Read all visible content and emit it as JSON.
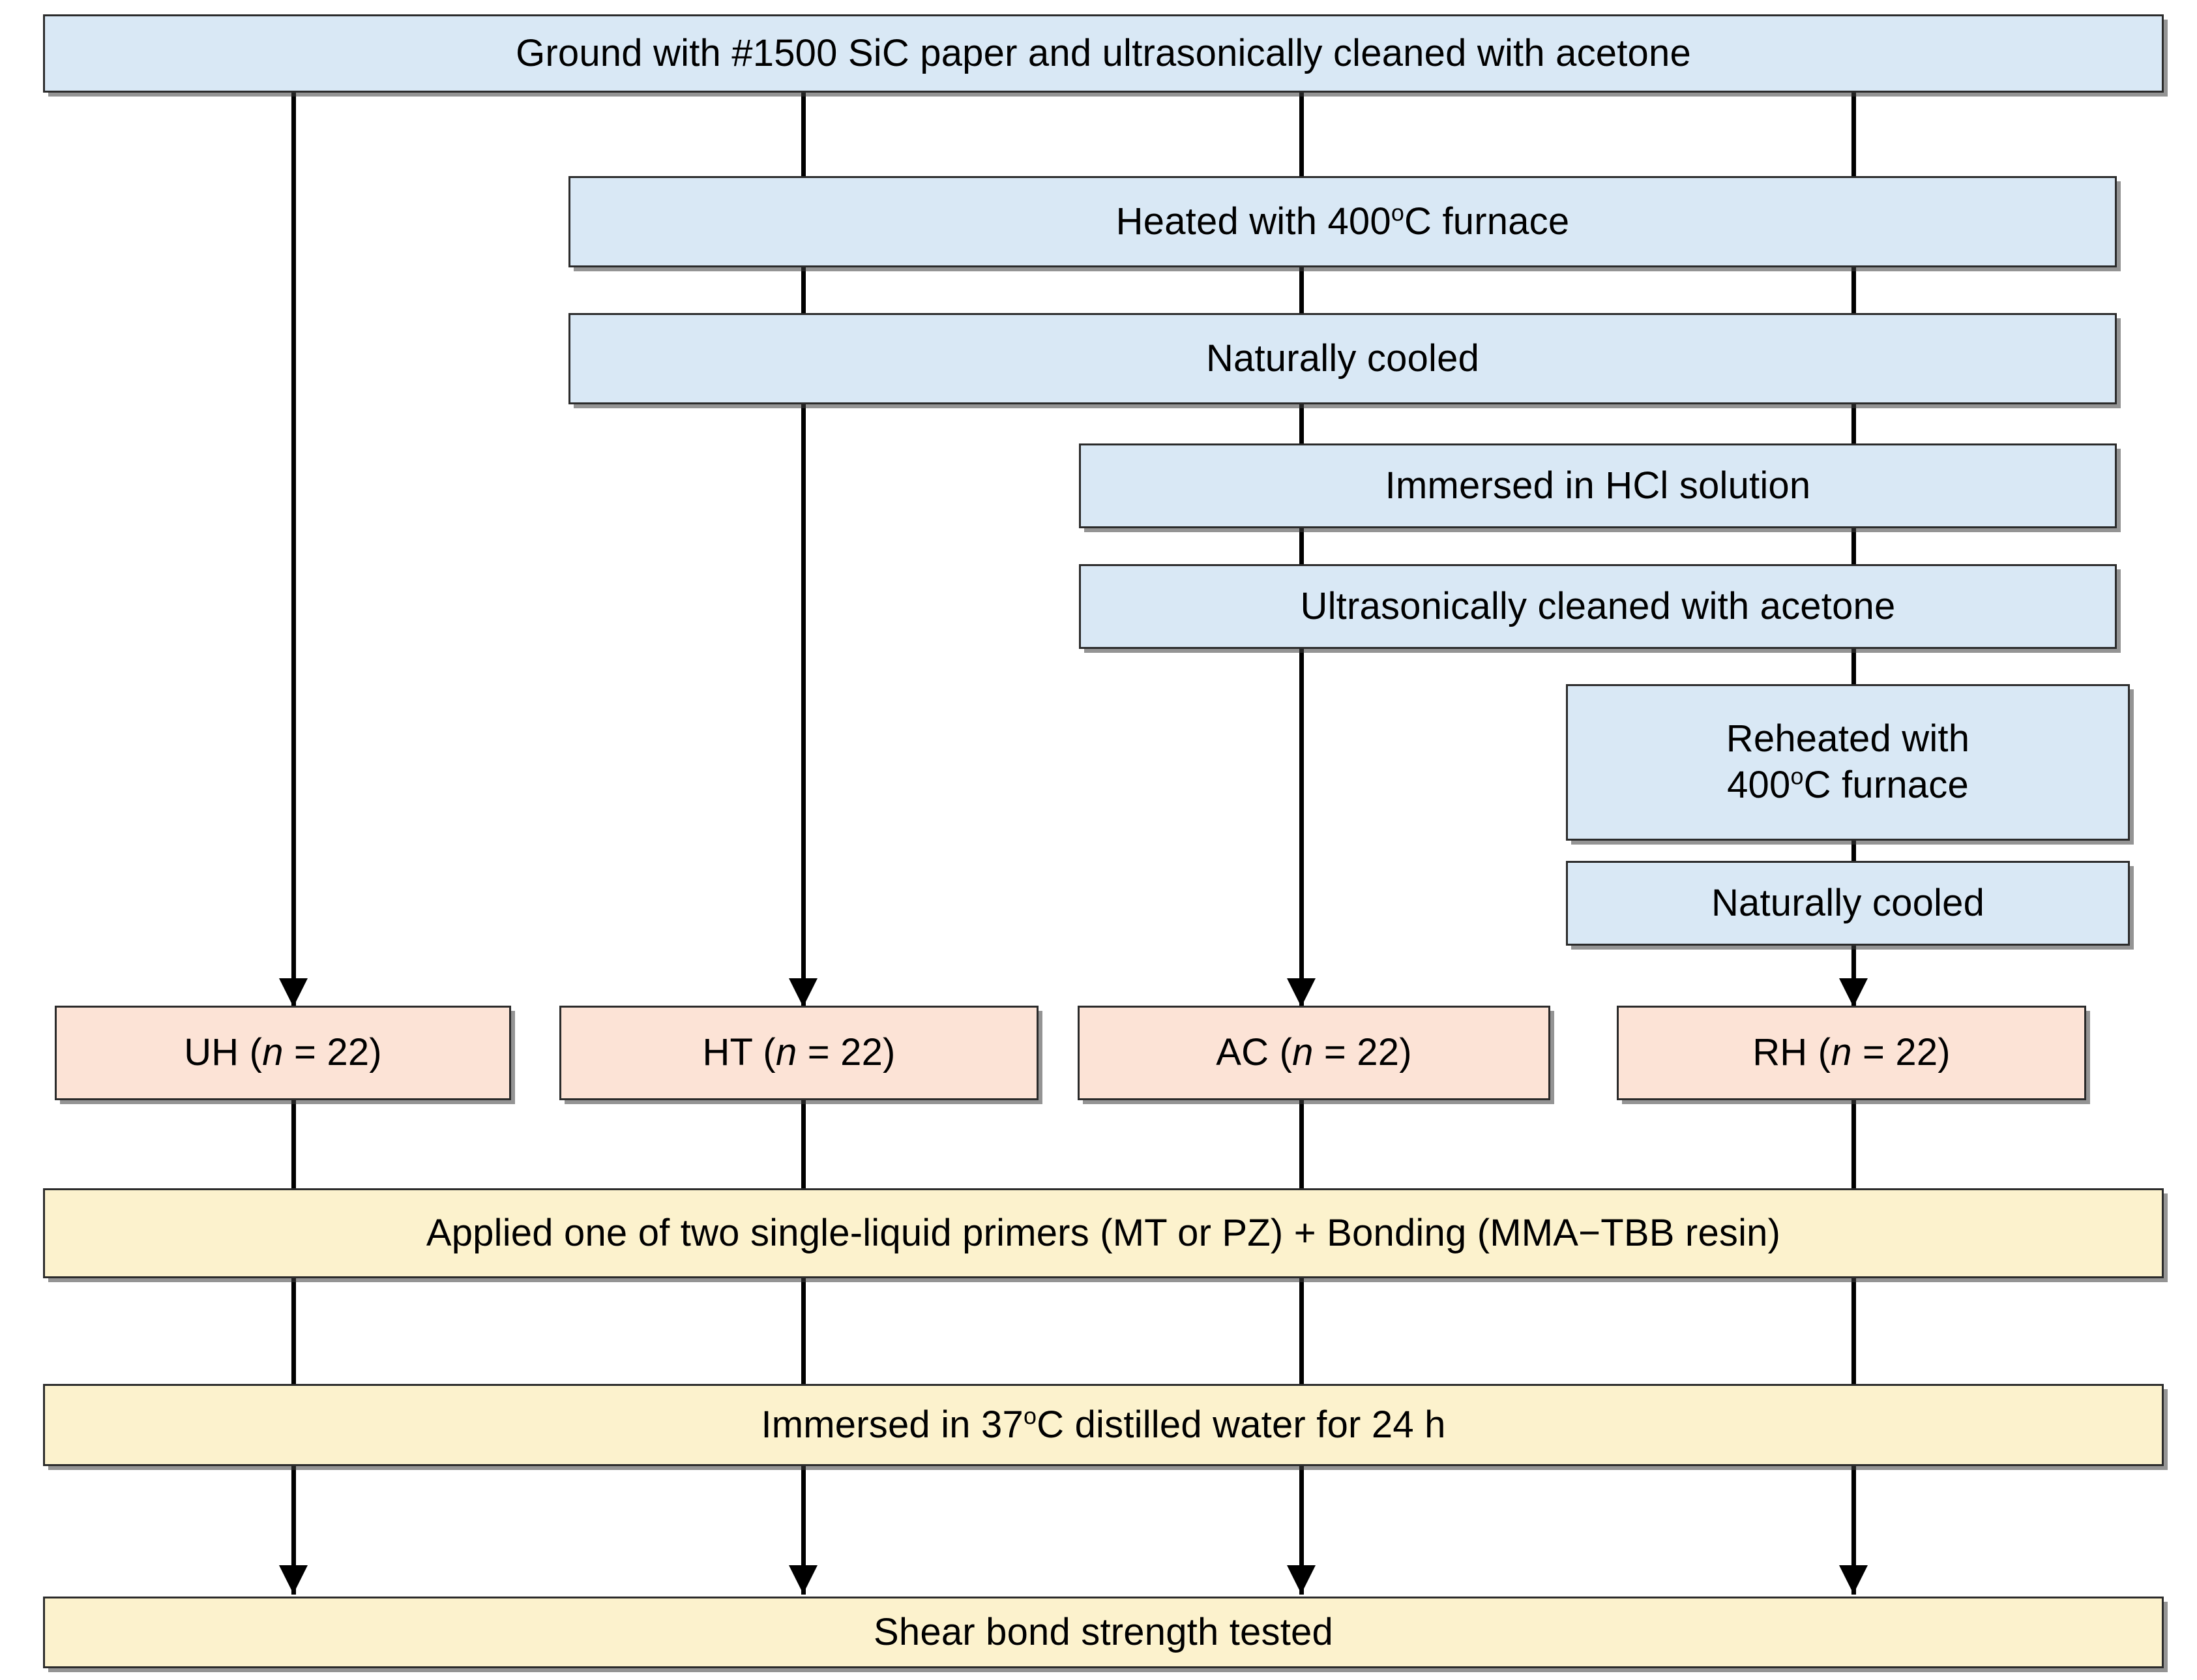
{
  "diagram": {
    "type": "flowchart",
    "title": "Specimen surface-treatment and bonding experimental flowchart",
    "colors": {
      "stage_background": "#ffffff",
      "preparation_box": "#d9e8f5",
      "group_box": "#fce3d6",
      "bonding_box": "#fcf2cd",
      "border": "#2b2b2b",
      "connector": "#000000"
    },
    "steps": {
      "ground": "Ground with #1500 SiC paper and ultrasonically cleaned with acetone",
      "heated": "Heated with 400°C furnace",
      "cooled": "Naturally cooled",
      "hcl": "Immersed in HCl solution",
      "ultrasonic": "Ultrasonically cleaned with acetone",
      "reheated": "Reheated with\n400°C furnace",
      "cooled2": "Naturally cooled"
    },
    "groups": [
      {
        "id": "UH",
        "code": "UH",
        "n_label": "n",
        "n_value": "22",
        "text": "UH (n = 22)"
      },
      {
        "id": "HT",
        "code": "HT",
        "n_label": "n",
        "n_value": "22",
        "text": "HT (n = 22)"
      },
      {
        "id": "AC",
        "code": "AC",
        "n_label": "n",
        "n_value": "22",
        "text": "AC (n = 22)"
      },
      {
        "id": "RH",
        "code": "RH",
        "n_label": "n",
        "n_value": "22",
        "text": "RH (n = 22)"
      }
    ],
    "common": {
      "primer": "Applied one of two single-liquid primers (MT or PZ) + Bonding (MMA−TBB resin)",
      "immersion": "Immersed in 37°C distilled water for 24 h",
      "test": "Shear bond strength tested"
    }
  }
}
